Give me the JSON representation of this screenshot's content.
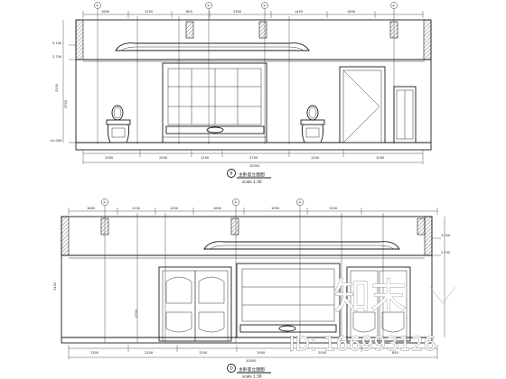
{
  "elevation_b": {
    "bubble": "B",
    "title": "主卧室立面图",
    "scale": "scale 1:30",
    "total_dim": "10550",
    "grid_marks": [
      "①",
      "②",
      "③",
      "④"
    ],
    "levels": [
      "3.100",
      "2.700",
      "±0.000"
    ],
    "dims_bottom": [
      "2300",
      "2050",
      "1250",
      "2700",
      "1200",
      "1050"
    ],
    "dims_top": [
      "1600",
      "1250",
      "600",
      "2300",
      "1450",
      "1600"
    ],
    "dims_side": [
      "3100",
      "2700"
    ]
  },
  "elevation_d": {
    "bubble": "D",
    "title": "主卧室立面图",
    "scale": "scale 1:30",
    "total_dim": "10550",
    "grid_marks": [
      "①",
      "②",
      "③"
    ],
    "levels": [
      "3.100",
      "2.700"
    ],
    "dims_bottom": [
      "2300",
      "2200",
      "1200",
      "1900",
      "2050",
      "850"
    ],
    "dims_top": [
      "1600",
      "1100",
      "1200",
      "1600",
      "1950",
      "1200"
    ],
    "dims_side": [
      "3100",
      "2700"
    ]
  },
  "watermark": {
    "logo_text": "知末",
    "id_text": "ID: 166993126"
  }
}
